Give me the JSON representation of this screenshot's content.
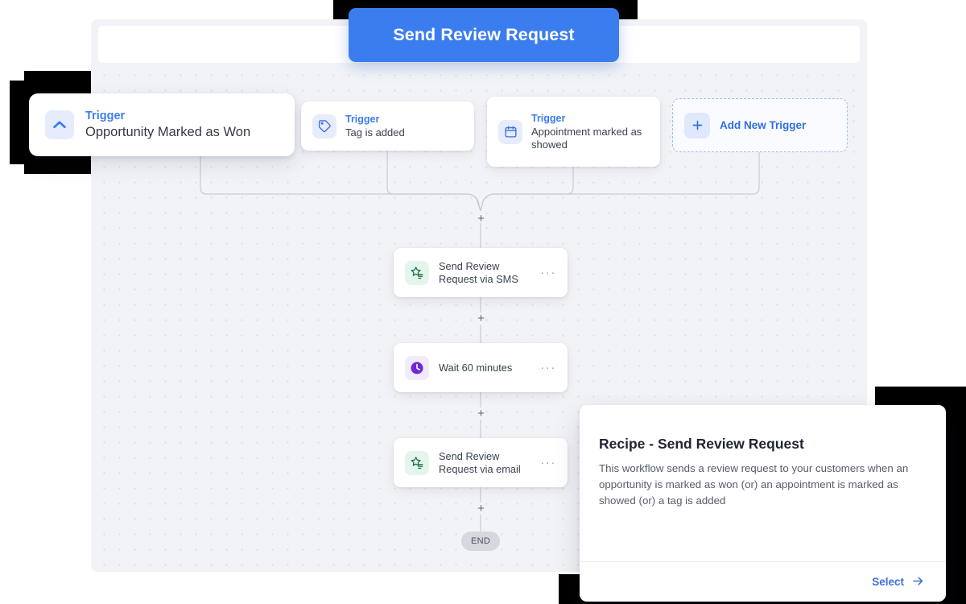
{
  "header": {
    "title": "Send Review Request"
  },
  "canvas": {
    "topbar_label": ""
  },
  "triggers": [
    {
      "kicker": "Trigger",
      "label": "Opportunity Marked as Won",
      "icon": "chevron-up-icon",
      "featured": true
    },
    {
      "kicker": "Trigger",
      "label": "Tag is added",
      "icon": "tag-icon",
      "featured": false
    },
    {
      "kicker": "Trigger",
      "label": "Appointment marked as showed",
      "icon": "calendar-icon",
      "featured": false
    }
  ],
  "add_trigger": {
    "label": "Add New Trigger",
    "icon": "plus-icon"
  },
  "actions": [
    {
      "label": "Send Review Request via SMS",
      "icon": "review-star-icon",
      "menu": "···"
    },
    {
      "label": "Wait 60 minutes",
      "icon": "clock-icon",
      "menu": "···"
    },
    {
      "label": "Send Review Request via email",
      "icon": "review-star-icon",
      "menu": "···"
    }
  ],
  "connectors": {
    "plus_glyph": "+",
    "end_label": "END"
  },
  "recipe": {
    "title": "Recipe - Send Review Request",
    "description": "This workflow sends a review request to your customers when an opportunity is marked as won (or) an appointment is marked as showed (or) a tag is added",
    "select_label": "Select",
    "select_icon": "arrow-right-icon"
  },
  "colors": {
    "accent_blue": "#3b7dee",
    "trigger_blue": "#3b7dee",
    "green_icon_bg": "#e4f6ec",
    "purple_icon_bg": "#f1ebfd",
    "canvas_bg": "#f2f3f7"
  }
}
